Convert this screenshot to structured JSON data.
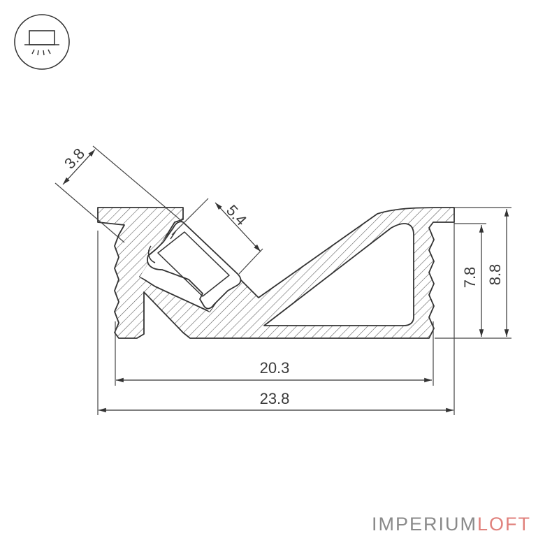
{
  "icon": {
    "name": "ceiling-light-icon"
  },
  "dimensions": {
    "led_width": "3.8",
    "channel_width": "5.4",
    "inner_height": "7.8",
    "total_height": "8.8",
    "inner_width": "20.3",
    "total_width": "23.8"
  },
  "logo": {
    "part1": "IMPERIUM",
    "part2": "LOFT",
    "color1": "#8a8a8a",
    "color2": "#e0817c"
  },
  "colors": {
    "line": "#333333",
    "hatch": "#555555",
    "fill": "#ffffff"
  }
}
